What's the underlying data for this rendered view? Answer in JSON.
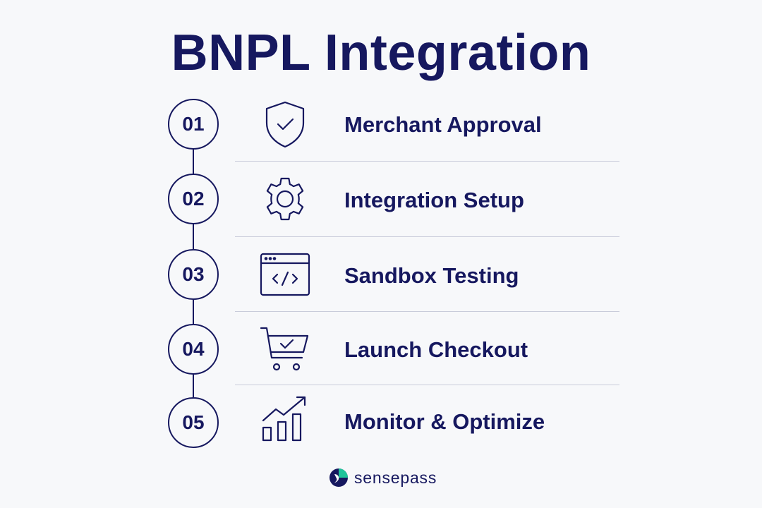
{
  "title": "BNPL Integration",
  "steps": [
    {
      "number": "01",
      "label": "Merchant Approval",
      "icon": "shield-check-icon"
    },
    {
      "number": "02",
      "label": "Integration Setup",
      "icon": "gear-icon"
    },
    {
      "number": "03",
      "label": "Sandbox Testing",
      "icon": "code-window-icon"
    },
    {
      "number": "04",
      "label": "Launch Checkout",
      "icon": "cart-check-icon"
    },
    {
      "number": "05",
      "label": "Monitor & Optimize",
      "icon": "growth-chart-icon"
    }
  ],
  "brand": {
    "name": "sensepass",
    "icon": "sensepass-logo-icon"
  },
  "colors": {
    "primary": "#16185f",
    "accent": "#1fc49a",
    "background": "#f7f8fa",
    "divider": "#c9ccda"
  }
}
